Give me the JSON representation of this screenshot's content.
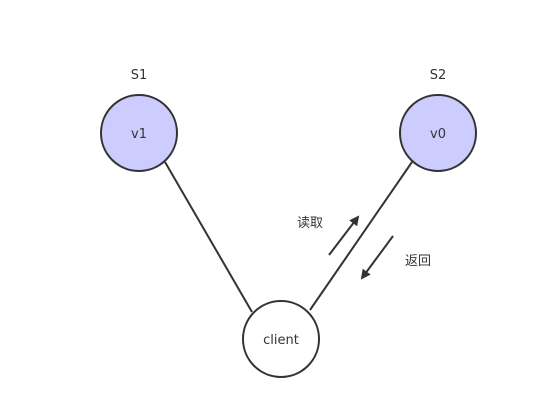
{
  "servers": [
    {
      "name": "S1",
      "value": "v1"
    },
    {
      "name": "S2",
      "value": "v0"
    }
  ],
  "client": {
    "label": "client"
  },
  "arrows": {
    "read_label": "读取",
    "return_label": "返回"
  },
  "colors": {
    "server_fill": "#ccccff",
    "client_fill": "#ffffff",
    "stroke": "#333333"
  }
}
